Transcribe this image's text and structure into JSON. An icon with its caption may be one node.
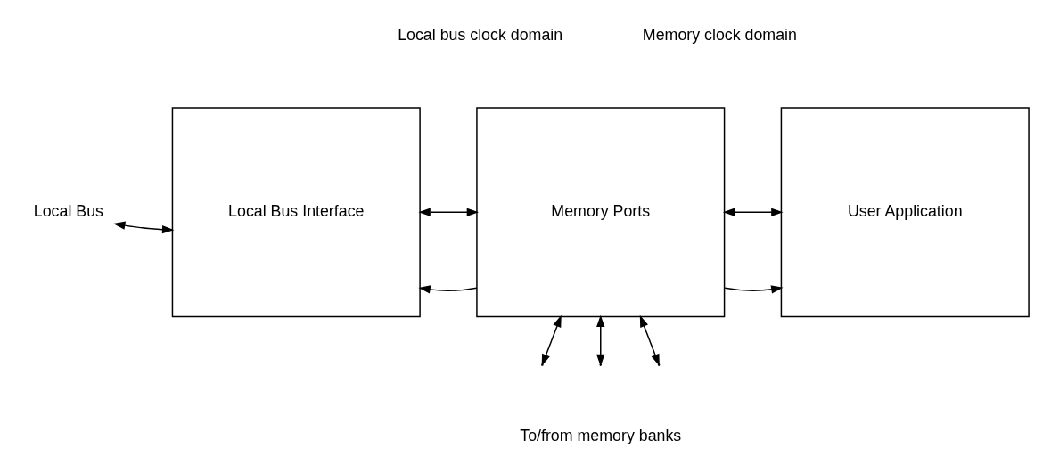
{
  "diagram": {
    "nodes": [
      {
        "text": [
          "Local Bus"
        ]
      },
      {
        "text": [
          "Local Bus Interface"
        ]
      },
      {
        "text": [
          "Memory Ports"
        ]
      },
      {
        "text": [
          "User Application"
        ]
      }
    ],
    "edges": [
      {
        "from": 0,
        "to": 1,
        "arrow": "both"
      },
      {
        "from": 2,
        "to": 1,
        "arrow": "to"
      },
      {
        "from": 2,
        "to": 3,
        "arrow": "to"
      },
      {
        "from": 1,
        "to": 2,
        "arrow": "both"
      },
      {
        "from": 2,
        "to": 3,
        "arrow": "both"
      },
      {
        "from": 2,
        "to": null,
        "arrow": "both"
      },
      {
        "from": 2,
        "to": null,
        "arrow": "both"
      },
      {
        "from": 2,
        "to": null,
        "arrow": "both"
      }
    ],
    "labels": [
      "Local bus clock domain",
      "Memory clock domain",
      "To/from memory banks"
    ]
  }
}
